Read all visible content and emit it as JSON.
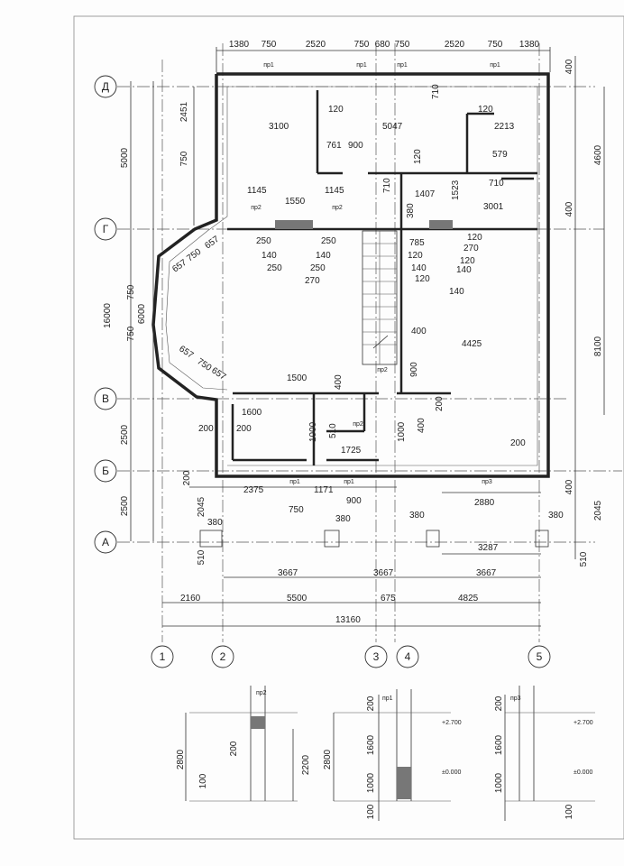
{
  "axes": {
    "rows": [
      "Д",
      "Г",
      "В",
      "Б",
      "А"
    ],
    "cols": [
      "1",
      "2",
      "3",
      "4",
      "5"
    ]
  },
  "top_dims": [
    "1380",
    "750",
    "2520",
    "750",
    "680",
    "750",
    "2520",
    "750",
    "1380"
  ],
  "left_dims": [
    "5000",
    "16000",
    "2500",
    "2500",
    "2451",
    "750",
    "750",
    "6000",
    "750",
    "200",
    "2045",
    "510"
  ],
  "right_dims": [
    "400",
    "4600",
    "400",
    "8100",
    "400",
    "2045",
    "510"
  ],
  "room_dims": [
    "3100",
    "5047",
    "120",
    "120",
    "710",
    "2213",
    "761",
    "900",
    "120",
    "579",
    "710",
    "710",
    "1407",
    "1523",
    "3001",
    "380",
    "1145",
    "1550",
    "1145",
    "250",
    "140",
    "250",
    "250",
    "140",
    "250",
    "270",
    "785",
    "120",
    "270",
    "120",
    "140",
    "120",
    "140",
    "120",
    "140",
    "400",
    "4425",
    "1500",
    "400",
    "900",
    "200",
    "1600",
    "200",
    "510",
    "1000",
    "1000",
    "400",
    "200",
    "1725",
    "200",
    "657",
    "750",
    "657",
    "657",
    "750",
    "657"
  ],
  "bottom_dims": [
    "2375",
    "1171",
    "750",
    "900",
    "2880",
    "380",
    "380",
    "380",
    "380",
    "3287",
    "3667",
    "3667",
    "3667",
    "2160",
    "5500",
    "675",
    "4825",
    "13160"
  ],
  "openings": [
    "пр1",
    "пр1",
    "пр1",
    "пр1",
    "пр2",
    "пр2",
    "пр2",
    "пр2",
    "пр1",
    "пр1",
    "пр3"
  ],
  "sections": [
    {
      "tag": "пр2",
      "dims": [
        "2800",
        "200",
        "100",
        "2200"
      ]
    },
    {
      "tag": "пр1",
      "dims": [
        "2800",
        "200",
        "1600",
        "1000",
        "100"
      ],
      "levels": [
        "+2.700",
        "±0.000"
      ]
    },
    {
      "tag": "пр3",
      "dims": [
        "200",
        "1600",
        "1000",
        "100"
      ],
      "levels": [
        "+2.700",
        "±0.000"
      ]
    }
  ]
}
